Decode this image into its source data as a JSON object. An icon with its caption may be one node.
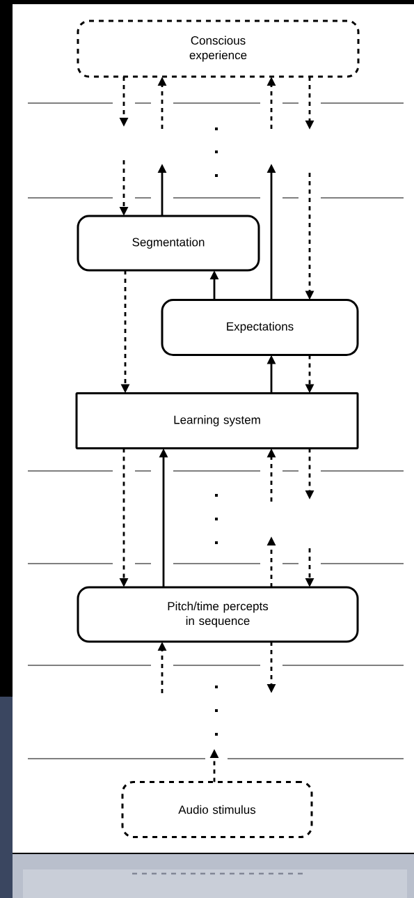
{
  "diagram": {
    "nodes": [
      {
        "text": [
          "Conscious experience"
        ]
      },
      {
        "text": [
          "Segmentation"
        ]
      },
      {
        "text": [
          "Expectations"
        ]
      },
      {
        "text": [
          "Learning system"
        ]
      },
      {
        "text": [
          "Pitch/time percepts in sequence"
        ]
      },
      {
        "text": [
          "Audio stimulus"
        ]
      }
    ],
    "edges": [
      {
        "from": 0,
        "to": null,
        "arrow": "to",
        "style": "dashed"
      },
      {
        "from": null,
        "to": 1,
        "arrow": "to",
        "style": "dashed"
      },
      {
        "from": null,
        "to": 0,
        "arrow": "to",
        "style": "dashed"
      },
      {
        "from": 1,
        "to": null,
        "arrow": "to"
      },
      {
        "from": null,
        "to": 0,
        "arrow": "to",
        "style": "dashed"
      },
      {
        "from": 2,
        "to": null,
        "arrow": "to"
      },
      {
        "from": 0,
        "to": null,
        "arrow": "to",
        "style": "dashed"
      },
      {
        "from": null,
        "to": 2,
        "arrow": "to",
        "style": "dashed"
      },
      {
        "from": 2,
        "to": 1,
        "arrow": "to"
      },
      {
        "from": 1,
        "to": 3,
        "arrow": "to",
        "style": "dashed"
      },
      {
        "from": 3,
        "to": 2,
        "arrow": "to"
      },
      {
        "from": 2,
        "to": 3,
        "arrow": "to",
        "style": "dashed"
      },
      {
        "from": 3,
        "to": 4,
        "arrow": "to",
        "style": "dashed"
      },
      {
        "from": 4,
        "to": 3,
        "arrow": "to"
      },
      {
        "from": null,
        "to": 3,
        "arrow": "to",
        "style": "dashed"
      },
      {
        "from": 4,
        "to": null,
        "arrow": "to",
        "style": "dashed"
      },
      {
        "from": 3,
        "to": null,
        "arrow": "to",
        "style": "dashed"
      },
      {
        "from": null,
        "to": 4,
        "arrow": "to",
        "style": "dashed"
      },
      {
        "from": null,
        "to": 4,
        "arrow": "to",
        "style": "dashed"
      },
      {
        "from": 4,
        "to": null,
        "arrow": "to",
        "style": "dashed"
      },
      {
        "from": 5,
        "to": null,
        "arrow": "to",
        "style": "dashed"
      }
    ]
  }
}
